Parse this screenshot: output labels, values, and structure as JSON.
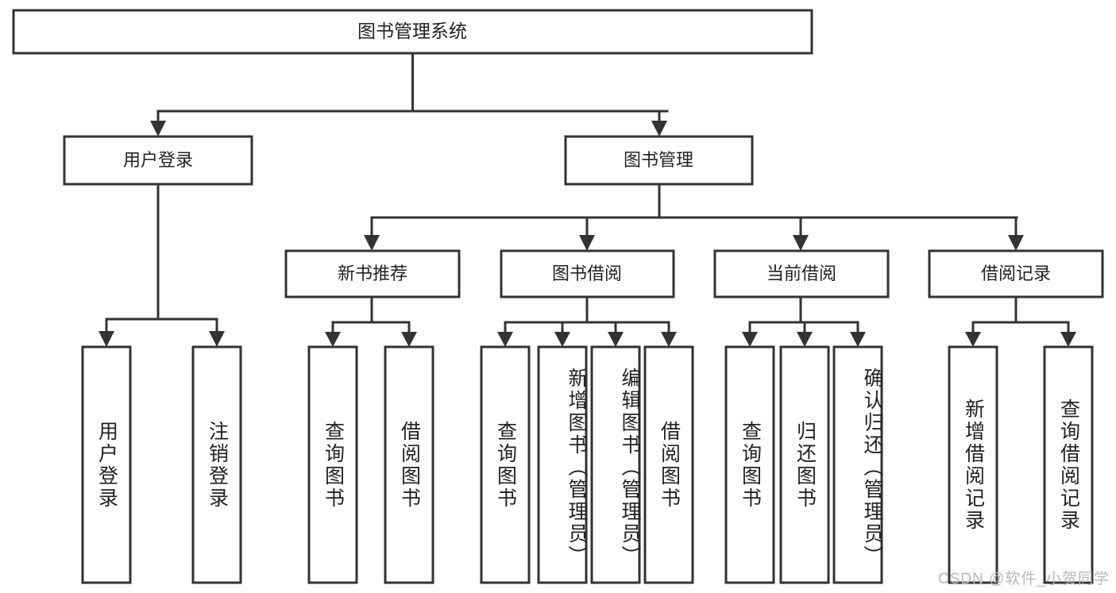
{
  "diagram": {
    "title": "图书管理系统",
    "type": "hierarchy-tree",
    "colors": {
      "background": "#ffffff",
      "box_fill": "#ffffff",
      "box_stroke": "#333333",
      "text": "#222222",
      "watermark": "#b8b8b8"
    },
    "root": {
      "label": "图书管理系统"
    },
    "level2": [
      {
        "label": "用户登录"
      },
      {
        "label": "图书管理"
      }
    ],
    "level3": [
      {
        "label": "新书推荐"
      },
      {
        "label": "图书借阅"
      },
      {
        "label": "当前借阅"
      },
      {
        "label": "借阅记录"
      }
    ],
    "leaves": {
      "user_login": [
        {
          "label": "用户登录"
        },
        {
          "label": "注销登录"
        }
      ],
      "new_book_recommend": [
        {
          "label": "查询图书"
        },
        {
          "label": "借阅图书"
        }
      ],
      "book_borrow": [
        {
          "label": "查询图书"
        },
        {
          "label": "新增图书（管理员）"
        },
        {
          "label": "编辑图书（管理员）"
        },
        {
          "label": "借阅图书"
        }
      ],
      "current_borrow": [
        {
          "label": "查询图书"
        },
        {
          "label": "归还图书"
        },
        {
          "label": "确认归还（管理员）"
        }
      ],
      "borrow_record": [
        {
          "label": "新增借阅记录"
        },
        {
          "label": "查询借阅记录"
        }
      ]
    }
  },
  "watermark": {
    "text": "CSDN @软件_小贺同学"
  }
}
